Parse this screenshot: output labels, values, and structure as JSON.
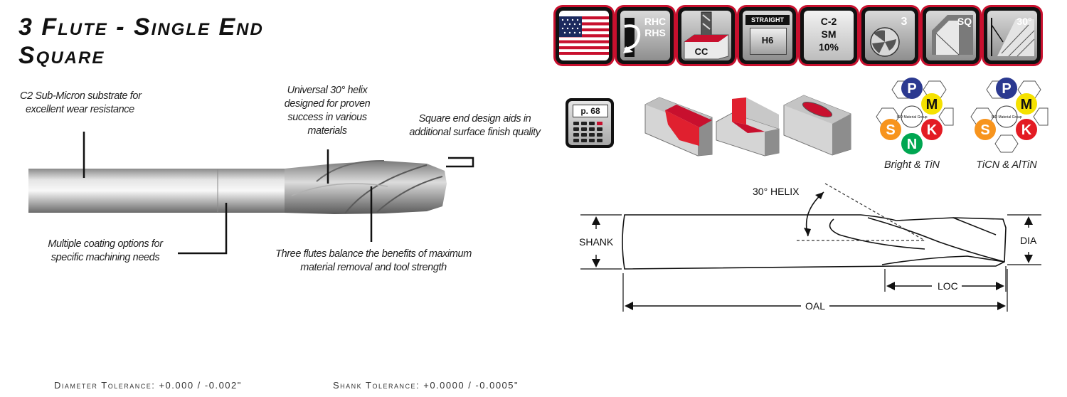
{
  "title": {
    "line1": "3 Flute - Single End",
    "line2": "Square"
  },
  "callouts": {
    "substrate": {
      "line1": "C2 Sub-Micron substrate for",
      "line2": "excellent wear resistance"
    },
    "helix": {
      "line1": "Universal 30° helix",
      "line2": "designed for proven",
      "line3": "success in various",
      "line4": "materials"
    },
    "square_end": {
      "line1": "Square end design aids in",
      "line2": "additional surface finish quality"
    },
    "coating": {
      "line1": "Multiple coating options for",
      "line2": "specific machining needs"
    },
    "flutes": {
      "line1": "Three flutes balance the benefits of maximum",
      "line2": "material removal and tool strength"
    }
  },
  "badges": [
    {
      "name": "usa-flag"
    },
    {
      "name": "rotation",
      "text1": "RHC",
      "text2": "RHS"
    },
    {
      "name": "center-cutting",
      "text1": "CC"
    },
    {
      "name": "shank-type",
      "text1": "STRAIGHT",
      "text2": "H6"
    },
    {
      "name": "substrate",
      "text1": "C-2",
      "text2": "SM",
      "text3": "10%"
    },
    {
      "name": "flute-count",
      "text1": "3"
    },
    {
      "name": "end-style",
      "text1": "SQ"
    },
    {
      "name": "helix-angle",
      "text1": "30°"
    }
  ],
  "page_ref": "p. 68",
  "iso_groups": [
    {
      "caption": "Bright & TiN",
      "center": "ISO Material Group",
      "letters": [
        "P",
        "M",
        "S",
        "K",
        "N"
      ]
    },
    {
      "caption": "TiCN & AlTiN",
      "center": "ISO Material Group",
      "letters": [
        "P",
        "M",
        "S",
        "K"
      ]
    }
  ],
  "iso_colors": {
    "P": "#2b3990",
    "M": "#f5e100",
    "S": "#f7941d",
    "K": "#e31b23",
    "N": "#00a651"
  },
  "diagram": {
    "helix": "30° HELIX",
    "shank": "SHANK",
    "dia": "DIA",
    "loc": "LOC",
    "oal": "OAL"
  },
  "tolerances": {
    "diameter": "Diameter Tolerance: +0.000 / -0.002\"",
    "shank": "Shank Tolerance: +0.0000 / -0.0005\""
  },
  "colors": {
    "accent": "#c8102e"
  }
}
